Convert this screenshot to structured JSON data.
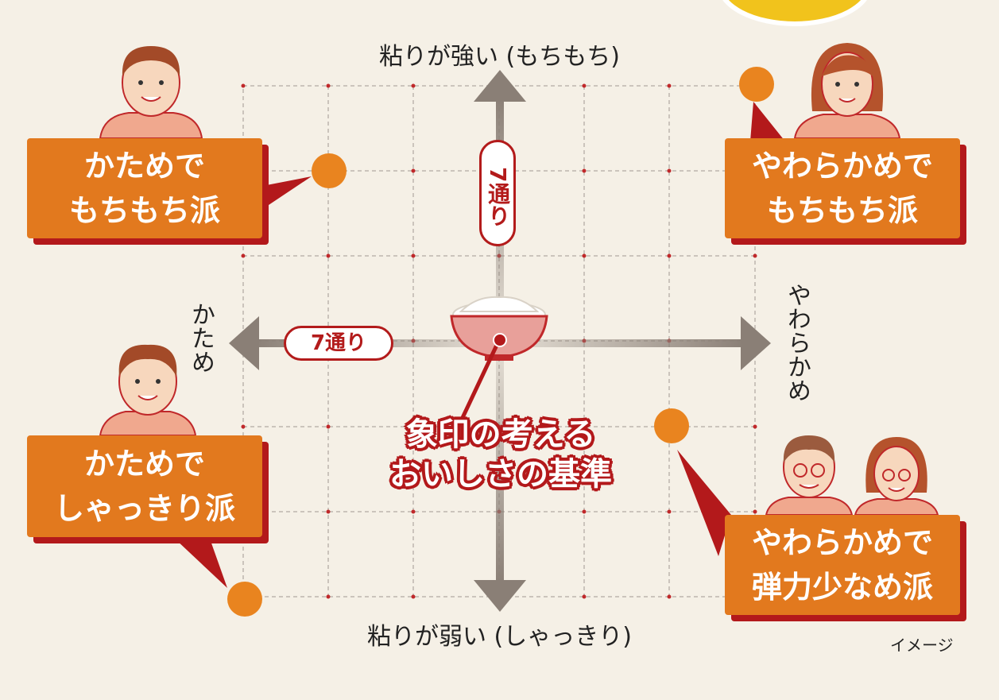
{
  "axes": {
    "top": "粘りが強い (もちもち)",
    "bottom": "粘りが弱い (しゃっきり)",
    "left": "かため",
    "right": "やわらかめ"
  },
  "badges": {
    "vertical": "7通り",
    "horizontal": "7通り"
  },
  "quadrants": {
    "top_left": {
      "line1": "かためで",
      "line2": "もちもち派"
    },
    "top_right": {
      "line1": "やわらかめで",
      "line2": "もちもち派"
    },
    "bottom_left": {
      "line1": "かためで",
      "line2": "しゃっきり派"
    },
    "bottom_right": {
      "line1": "やわらかめで",
      "line2": "弾力少なめ派"
    }
  },
  "center": {
    "line1": "象印の考える",
    "line2": "おいしさの基準"
  },
  "note": "イメージ",
  "colors": {
    "background": "#f5f0e6",
    "box_orange": "#e2791e",
    "box_shadow_red": "#b3191b",
    "dot_orange": "#e9841f",
    "arrow_gray": "#8a7f76",
    "grid_dash": "#bdb6ad",
    "grid_dot": "#c0282a",
    "gold_accent": "#f1c31c"
  }
}
